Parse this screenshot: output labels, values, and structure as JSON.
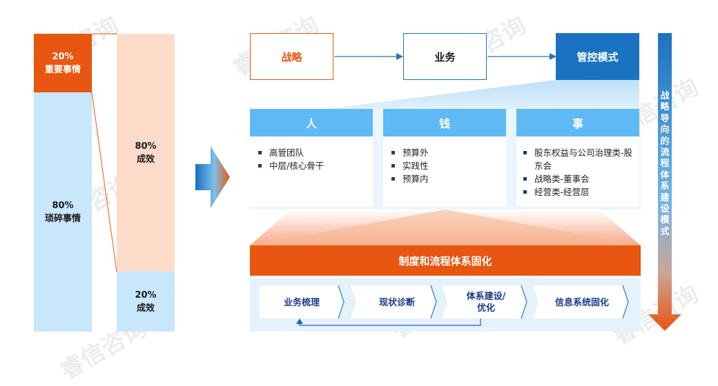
{
  "left": {
    "col1_top": {
      "pct": "20%",
      "label": "重要事情",
      "color": "#e8560f"
    },
    "col1_bottom": {
      "pct": "80%",
      "label": "琐碎事情",
      "color": "#c9e7fb"
    },
    "col2_top": {
      "pct": "80%",
      "label": "成效",
      "color": "#fcdcc9"
    },
    "col2_bottom": {
      "pct": "20%",
      "label": "成效",
      "color": "#c9e7fb"
    }
  },
  "flow": {
    "strategy": "战略",
    "business": "业务",
    "control": "管控模式"
  },
  "columns": [
    {
      "title": "人",
      "items": [
        "高管团队",
        "中层/核心骨干"
      ]
    },
    {
      "title": "钱",
      "items": [
        "预算外",
        "实践性",
        "预算内"
      ]
    },
    {
      "title": "事",
      "items": [
        "股东权益与公司治理类-股东会",
        "战略类-董事会",
        "经营类-经营层"
      ]
    }
  ],
  "banner": "制度和流程体系固化",
  "steps": [
    "业务梳理",
    "现状诊断",
    "体系建设/\n优化",
    "信息系统固化"
  ],
  "side_label": "战略导向的流程体系建设模式",
  "watermark": "睿信咨询",
  "colors": {
    "orange": "#e8560f",
    "blue_dark": "#1b72c0",
    "blue_header": "#5fb9f4",
    "light_blue": "#c9e7fb",
    "peach": "#fcdcc9"
  }
}
